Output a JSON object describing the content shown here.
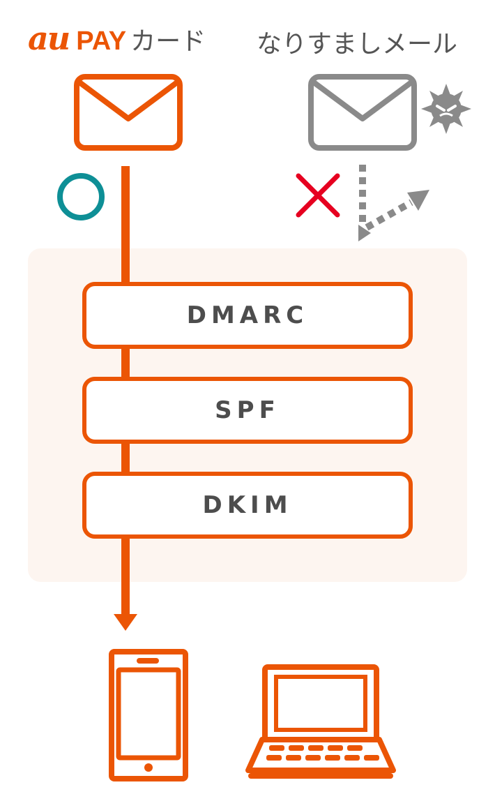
{
  "labels": {
    "au_logo": "au",
    "au_pay": "PAY",
    "au_card": "カード",
    "spoof": "なりすましメール"
  },
  "steps": [
    {
      "label": "DMARC"
    },
    {
      "label": "SPF"
    },
    {
      "label": "DKIM"
    }
  ],
  "colors": {
    "accent": "#eb5505",
    "gray": "#8a8a8a",
    "ok": "#0e8f96",
    "ng": "#e60020",
    "panel": "#fdf5f0"
  },
  "icons": {
    "au_mail": "envelope-icon",
    "spoof_mail": "envelope-icon",
    "virus": "virus-icon",
    "ok": "circle-icon",
    "ng": "cross-icon",
    "phone": "smartphone-icon",
    "laptop": "laptop-icon"
  }
}
